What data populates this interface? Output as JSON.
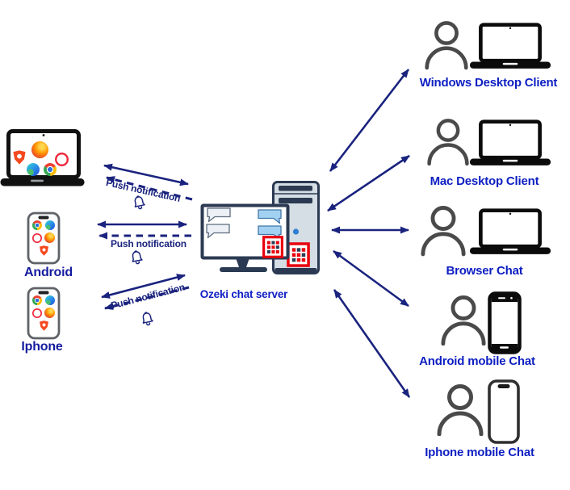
{
  "title": "Ozeki chat server push notification diagram",
  "colors": {
    "arrow": "#1a237e",
    "client_label": "#0d1ec2",
    "device_label": "#141b9e",
    "push_text": "#1a237e",
    "ozeki_red": "#e8000d",
    "server_body": "#d5dde5",
    "server_outline": "#2b3a52",
    "bubble_blue": "#a3d1f2"
  },
  "left": {
    "laptop": {
      "browsers": [
        "brave-icon",
        "firefox-icon",
        "opera-icon",
        "edge-icon",
        "chrome-icon"
      ]
    },
    "android_phone": {
      "label": "Android",
      "browsers": [
        "chrome-icon",
        "edge-icon",
        "opera-icon",
        "firefox-icon",
        "brave-icon"
      ]
    },
    "iphone": {
      "label": "Iphone",
      "browsers": [
        "chrome-icon",
        "edge-icon",
        "opera-icon",
        "firefox-icon",
        "brave-icon"
      ]
    }
  },
  "connections": {
    "push_notifications": [
      {
        "text": "Push notification",
        "icon": "bell-icon"
      },
      {
        "text": "Push notification",
        "icon": "bell-icon"
      },
      {
        "text": "Push notification",
        "icon": "bell-icon"
      }
    ]
  },
  "server": {
    "label": "Ozeki chat server"
  },
  "clients": [
    {
      "label": "Windows Desktop Client",
      "person_icon": "person-icon",
      "device_icon": "laptop-icon"
    },
    {
      "label": "Mac Desktop Client",
      "person_icon": "person-icon",
      "device_icon": "laptop-icon"
    },
    {
      "label": "Browser Chat",
      "person_icon": "person-icon",
      "device_icon": "laptop-icon"
    },
    {
      "label": "Android mobile Chat",
      "person_icon": "person-icon",
      "device_icon": "android-phone-icon"
    },
    {
      "label": "Iphone mobile Chat",
      "person_icon": "person-icon",
      "device_icon": "iphone-icon"
    }
  ]
}
